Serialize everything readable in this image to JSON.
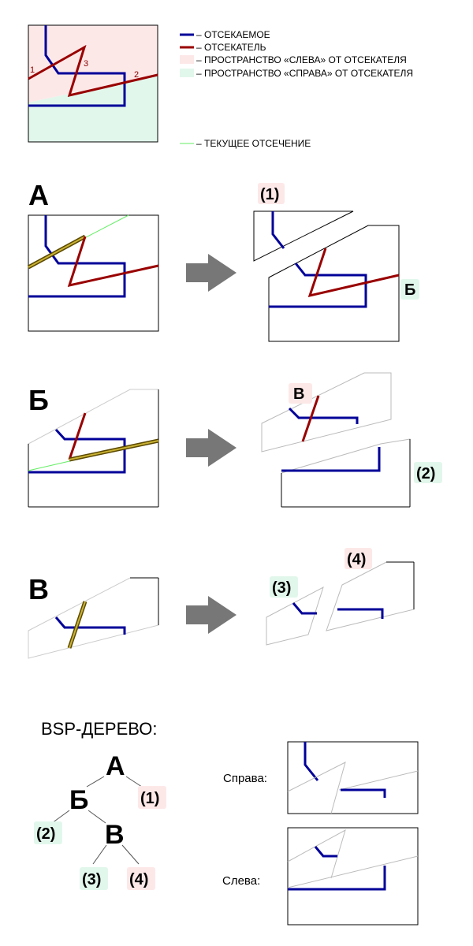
{
  "colors": {
    "clipped": "#000099",
    "clipper": "#990000",
    "left_space": "#fde8e8",
    "right_space": "#e2f7ec",
    "current_cut": "#66ee66",
    "arrow": "#777777",
    "frame": "#000000",
    "fragment_outline": "#bbbbbb"
  },
  "legend": {
    "clipped": "– ОТСЕКАЕМОЕ",
    "clipper": "– ОТСЕКАТЕЛЬ",
    "left_space": "– ПРОСТРАНСТВО «СЛЕВА» ОТ ОТСЕКАТЕЛЯ",
    "right_space": "– ПРОСТРАНСТВО «СПРАВА» ОТ ОТСЕКАТЕЛЯ",
    "current_cut": "– ТЕКУЩЕЕ ОТСЕЧЕНИЕ"
  },
  "overview_numbers": [
    "1",
    "2",
    "3"
  ],
  "steps": [
    {
      "label": "А",
      "result_left": "(1)",
      "result_right": "Б"
    },
    {
      "label": "Б",
      "result_left": "В",
      "result_right": "(2)"
    },
    {
      "label": "В",
      "result_left": "(3)",
      "result_right": "(4)"
    }
  ],
  "tree": {
    "title": "BSP-ДЕРЕВО:",
    "nodes": {
      "a": "А",
      "b": "Б",
      "v": "В",
      "n1": "(1)",
      "n2": "(2)",
      "n3": "(3)",
      "n4": "(4)"
    }
  },
  "result": {
    "right_label": "Справа:",
    "left_label": "Слева:"
  }
}
